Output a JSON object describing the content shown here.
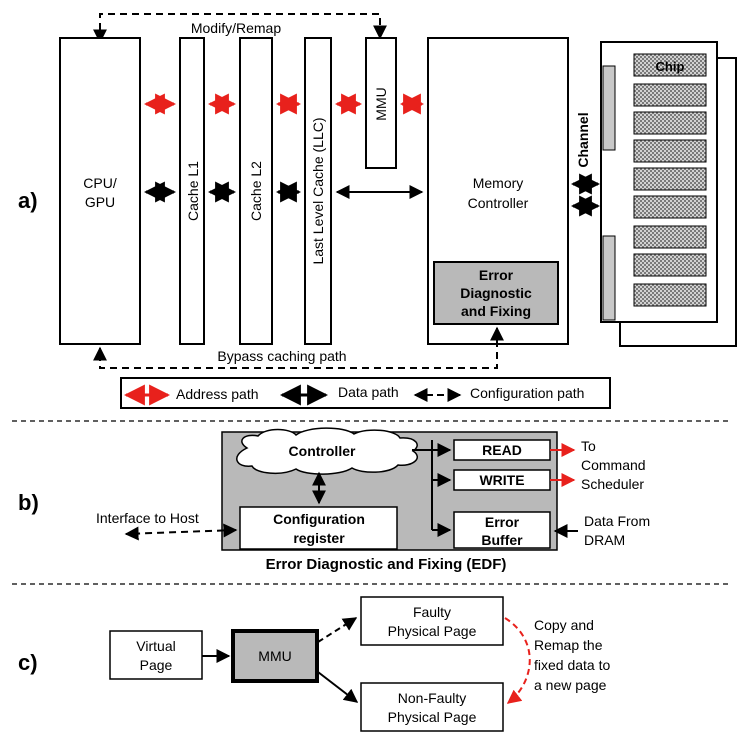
{
  "section_labels": {
    "a": "a)",
    "b": "b)",
    "c": "c)"
  },
  "panel_a": {
    "cpu": [
      "CPU/",
      "GPU"
    ],
    "cache_l1": "Cache L1",
    "cache_l2": "Cache L2",
    "llc": "Last Level Cache (LLC)",
    "mmu": "MMU",
    "memory_controller": [
      "Memory",
      "Controller"
    ],
    "edf_box": [
      "Error",
      "Diagnostic",
      "and Fixing"
    ],
    "channel": "Channel",
    "chip": "Chip",
    "modify_remap": "Modify/Remap",
    "bypass": "Bypass caching path",
    "legend": {
      "address": "Address path",
      "data": "Data path",
      "config": "Configuration path",
      "address_color": "#e8211c"
    }
  },
  "panel_b": {
    "controller": "Controller",
    "read": "READ",
    "write": "WRITE",
    "config_register": [
      "Configuration",
      "register"
    ],
    "error_buffer": [
      "Error",
      "Buffer"
    ],
    "to_scheduler": [
      "To",
      "Command",
      "Scheduler"
    ],
    "data_from_dram": [
      "Data From",
      "DRAM"
    ],
    "interface": "Interface to Host",
    "caption": "Error Diagnostic and Fixing (EDF)",
    "fill_color": "#b9b9b9"
  },
  "panel_c": {
    "virtual_page": [
      "Virtual",
      "Page"
    ],
    "mmu": "MMU",
    "faulty": [
      "Faulty",
      "Physical Page"
    ],
    "non_faulty": [
      "Non-Faulty",
      "Physical Page"
    ],
    "copy_remap": [
      "Copy and",
      "Remap the",
      "fixed data to",
      "a new page"
    ]
  }
}
